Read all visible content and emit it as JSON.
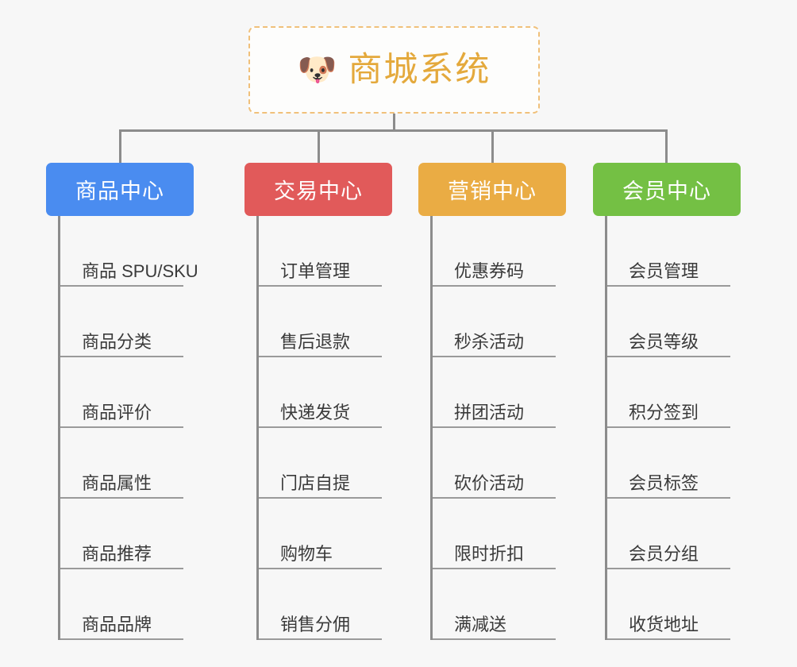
{
  "page": {
    "background_color": "#f7f7f7",
    "type": "org-chart-mindmap"
  },
  "root": {
    "icon": "dog-face-icon",
    "emoji": "🐶",
    "title": "商城系统",
    "title_color": "#e4a93c",
    "border_color": "#f0c07a",
    "border_style": "dashed"
  },
  "columns": [
    {
      "header": "商品中心",
      "color": "#4a8cf0",
      "items": [
        "商品 SPU/SKU",
        "商品分类",
        "商品评价",
        "商品属性",
        "商品推荐",
        "商品品牌"
      ]
    },
    {
      "header": "交易中心",
      "color": "#e15a5a",
      "items": [
        "订单管理",
        "售后退款",
        "快递发货",
        "门店自提",
        "购物车",
        "销售分佣"
      ]
    },
    {
      "header": "营销中心",
      "color": "#eaac44",
      "items": [
        "优惠券码",
        "秒杀活动",
        "拼团活动",
        "砍价活动",
        "限时折扣",
        "满减送"
      ]
    },
    {
      "header": "会员中心",
      "color": "#74c044",
      "items": [
        "会员管理",
        "会员等级",
        "积分签到",
        "会员标签",
        "会员分组",
        "收货地址"
      ]
    }
  ],
  "connector": {
    "color": "#8c8c8c"
  }
}
